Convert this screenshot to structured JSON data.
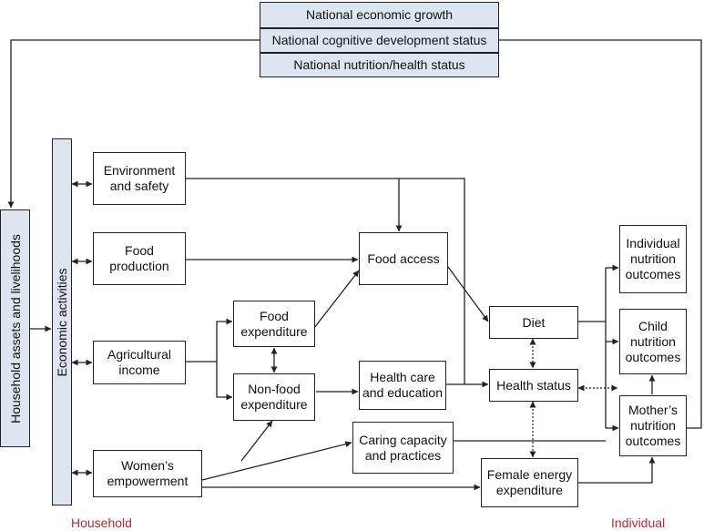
{
  "national": {
    "growth": "National economic growth",
    "cognitive": "National cognitive development status",
    "nutrition": "National nutrition/health status"
  },
  "household_assets": "Household assets and livelihoods",
  "economic_activities": "Economic activities",
  "nodes": {
    "environment": "Environment\nand safety",
    "food_production": "Food\nproduction",
    "agricultural_income": "Agricultural\nincome",
    "womens_empowerment": "Women’s\nempowerment",
    "food_expenditure": "Food\nexpenditure",
    "nonfood_expenditure": "Non-food\nexpenditure",
    "food_access": "Food access",
    "health_care": "Health care\nand education",
    "caring_capacity": "Caring capacity\nand practices",
    "diet": "Diet",
    "health_status": "Health status",
    "female_energy": "Female energy\nexpenditure",
    "individual_outcomes": "Individual\nnutrition\noutcomes",
    "child_outcomes": "Child\nnutrition\noutcomes",
    "mother_outcomes": "Mother’s\nnutrition\noutcomes"
  },
  "levels": {
    "household": "Household",
    "individual": "Individual"
  },
  "colors": {
    "shaded_fill": "#dde6f0",
    "level_label": "#c0282e",
    "line": "#222222"
  }
}
